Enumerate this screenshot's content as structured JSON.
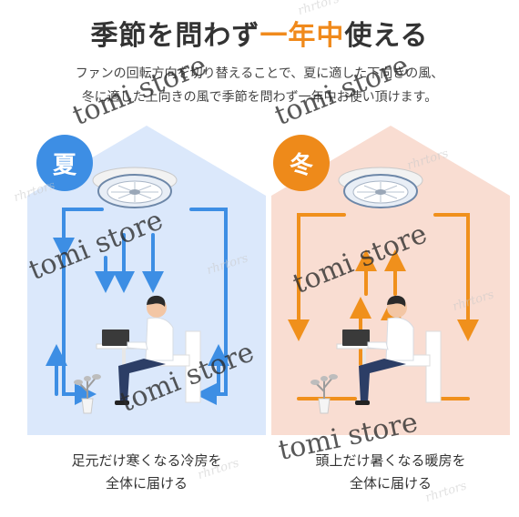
{
  "heading": {
    "prefix": "季節を問わず",
    "accent": "一年中",
    "suffix": "使える",
    "accent_color": "#f08a1c"
  },
  "description": {
    "line1": "ファンの回転方向を切り替えることで、夏に適した下向きの風、",
    "line2": "冬に適した上向きの風で季節を問わず一年中お使い頂けます。"
  },
  "summer": {
    "badge": "夏",
    "badge_color": "#3d8ee4",
    "panel_color": "#dbe8fb",
    "arrow_color": "#3d8ee4",
    "caption_line1": "足元だけ寒くなる冷房を",
    "caption_line2": "全体に届ける"
  },
  "winter": {
    "badge": "冬",
    "badge_color": "#ee8a1a",
    "panel_color": "#f9ddd2",
    "arrow_color": "#f0901c",
    "caption_line1": "頭上だけ暑くなる暖房を",
    "caption_line2": "全体に届ける"
  },
  "watermark": {
    "text": "tomi store",
    "faint_text": "rhrtors"
  },
  "icons": [
    "ceiling-fan-icon",
    "person-at-desk-icon",
    "potted-plant-icon",
    "airflow-arrow-icon"
  ]
}
